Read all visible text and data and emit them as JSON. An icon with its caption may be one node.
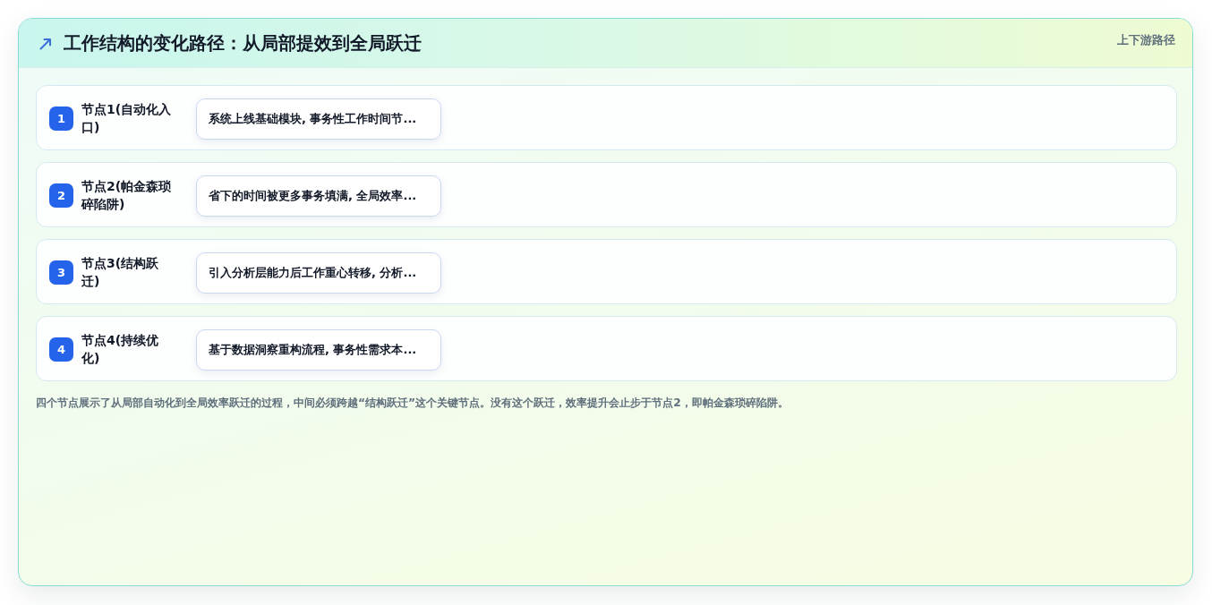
{
  "diagram": {
    "title": "工作结构的变化路径：从局部提效到全局跃迁",
    "nodes": [
      {
        "text": [
          "节点1(自动化入口)"
        ]
      },
      {
        "text": [
          "1"
        ],
        "in": 0
      },
      {
        "text": [
          "系统上线基础模块, 事务性工作时间节..."
        ],
        "in": 0
      },
      {
        "text": [
          "节点2(帕金森琐碎陷阱)"
        ]
      },
      {
        "text": [
          "2"
        ],
        "in": 3
      },
      {
        "text": [
          "省下的时间被更多事务填满, 全局效率..."
        ],
        "in": 3
      },
      {
        "text": [
          "节点3(结构跃迁)"
        ]
      },
      {
        "text": [
          "3"
        ],
        "in": 6
      },
      {
        "text": [
          "引入分析层能力后工作重心转移, 分析..."
        ],
        "in": 6
      },
      {
        "text": [
          "节点4(持续优化)"
        ]
      },
      {
        "text": [
          "4"
        ],
        "in": 9
      },
      {
        "text": [
          "基于数据洞察重构流程, 事务性需求本..."
        ],
        "in": 9
      }
    ],
    "labels": [
      "上下游路径"
    ],
    "caption": "四个节点展示了从局部自动化到全局效率跃迁的过程，中间必须跨越“结构跃迁”这个关键节点。没有这个跃迁，效率提升会止步于节点2，即帕金森琐碎陷阱。"
  }
}
